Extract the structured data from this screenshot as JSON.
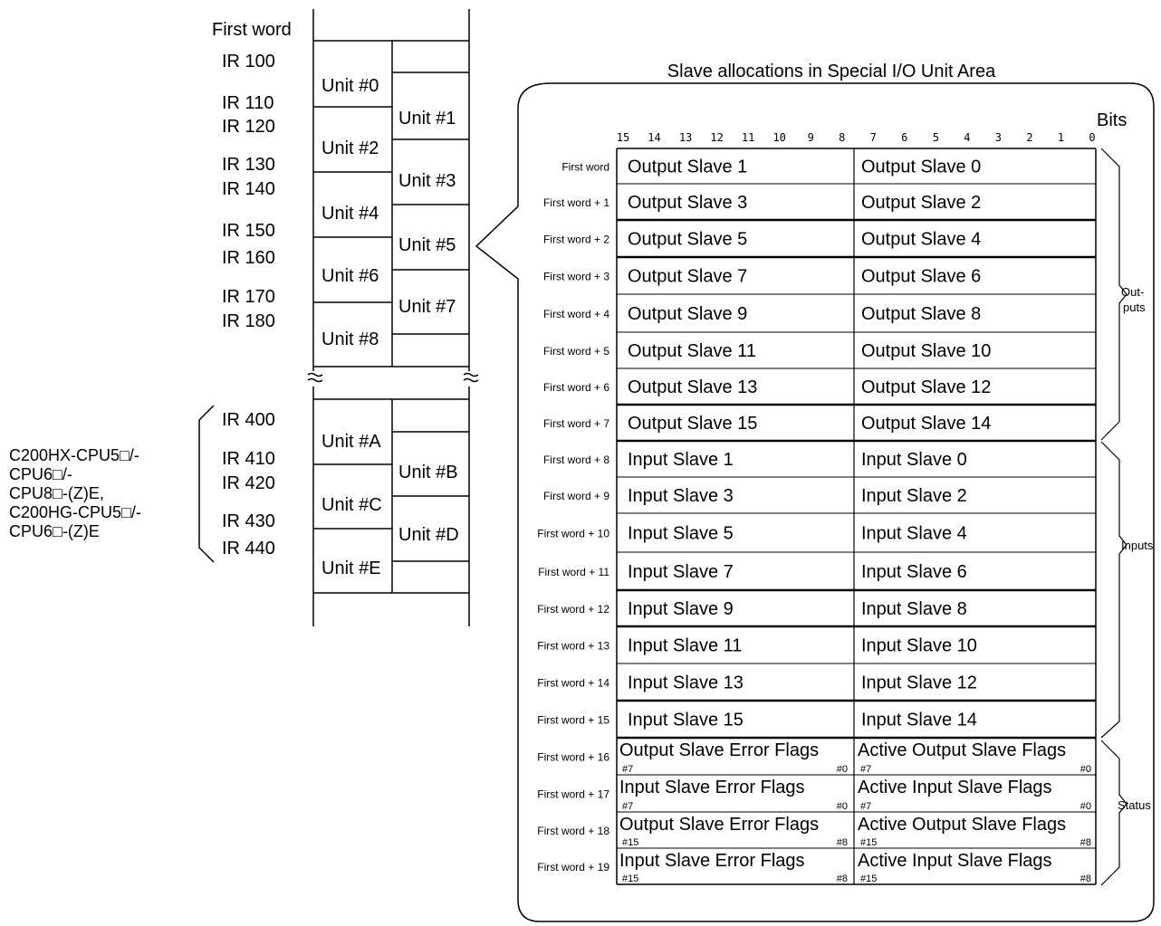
{
  "left_map": {
    "labels": {
      "first_word": "First word",
      "ir100": "IR 100",
      "ir110": "IR 110",
      "ir120": "IR 120",
      "ir130": "IR 130",
      "ir140": "IR 140",
      "ir150": "IR 150",
      "ir160": "IR 160",
      "ir170": "IR 170",
      "ir180": "IR 180",
      "ir400": "IR 400",
      "ir410": "IR 410",
      "ir420": "IR 420",
      "ir430": "IR 430",
      "ir440": "IR 440"
    },
    "units": {
      "u0": "Unit #0",
      "u1": "Unit #1",
      "u2": "Unit #2",
      "u3": "Unit #3",
      "u4": "Unit #4",
      "u5": "Unit #5",
      "u6": "Unit #6",
      "u7": "Unit #7",
      "u8": "Unit #8",
      "uA": "Unit #A",
      "uB": "Unit #B",
      "uC": "Unit #C",
      "uD": "Unit #D",
      "uE": "Unit #E"
    },
    "cpu_note": [
      "C200HX-CPU5□/-",
      "CPU6□/-",
      "CPU8□-(Z)E,",
      "C200HG-CPU5□/-",
      "CPU6□-(Z)E"
    ]
  },
  "callout": {
    "title": "Slave allocations in Special I/O Unit Area",
    "bits_label": "Bits",
    "bit_numbers": [
      "15",
      "14",
      "13",
      "12",
      "11",
      "10",
      "9",
      "8",
      "7",
      "6",
      "5",
      "4",
      "3",
      "2",
      "1",
      "0"
    ],
    "group_labels": {
      "outputs_1": "Out-",
      "outputs_2": "puts",
      "inputs": "Inputs",
      "status": "Status"
    },
    "rows": [
      {
        "word": "First word",
        "high": "Output Slave 1",
        "low": "Output Slave 0"
      },
      {
        "word": "First word + 1",
        "high": "Output Slave 3",
        "low": "Output Slave 2"
      },
      {
        "word": "First word + 2",
        "high": "Output Slave 5",
        "low": "Output Slave 4"
      },
      {
        "word": "First word + 3",
        "high": "Output Slave 7",
        "low": "Output Slave 6"
      },
      {
        "word": "First word + 4",
        "high": "Output Slave 9",
        "low": "Output Slave 8"
      },
      {
        "word": "First word + 5",
        "high": "Output Slave 11",
        "low": "Output Slave 10"
      },
      {
        "word": "First word + 6",
        "high": "Output Slave 13",
        "low": "Output Slave 12"
      },
      {
        "word": "First word + 7",
        "high": "Output Slave 15",
        "low": "Output Slave 14"
      },
      {
        "word": "First word + 8",
        "high": "Input Slave 1",
        "low": "Input Slave 0"
      },
      {
        "word": "First word + 9",
        "high": "Input Slave 3",
        "low": "Input Slave 2"
      },
      {
        "word": "First word + 10",
        "high": "Input Slave 5",
        "low": "Input Slave 4"
      },
      {
        "word": "First word + 11",
        "high": "Input Slave 7",
        "low": "Input Slave 6"
      },
      {
        "word": "First word + 12",
        "high": "Input Slave 9",
        "low": "Input Slave 8"
      },
      {
        "word": "First word + 13",
        "high": "Input Slave 11",
        "low": "Input Slave 10"
      },
      {
        "word": "First word + 14",
        "high": "Input Slave 13",
        "low": "Input Slave 12"
      },
      {
        "word": "First word + 15",
        "high": "Input Slave 15",
        "low": "Input Slave 14"
      },
      {
        "word": "First word + 16",
        "high": "Output Slave Error Flags",
        "low": "Active Output Slave Flags",
        "high_from": "#7",
        "high_to": "#0",
        "low_from": "#7",
        "low_to": "#0"
      },
      {
        "word": "First word + 17",
        "high": "Input Slave Error Flags",
        "low": "Active Input Slave Flags",
        "high_from": "#7",
        "high_to": "#0",
        "low_from": "#7",
        "low_to": "#0"
      },
      {
        "word": "First word + 18",
        "high": "Output Slave Error Flags",
        "low": "Active Output Slave Flags",
        "high_from": "#15",
        "high_to": "#8",
        "low_from": "#15",
        "low_to": "#8"
      },
      {
        "word": "First word + 19",
        "high": "Input Slave Error Flags",
        "low": "Active Input Slave Flags",
        "high_from": "#15",
        "high_to": "#8",
        "low_from": "#15",
        "low_to": "#8"
      }
    ]
  }
}
